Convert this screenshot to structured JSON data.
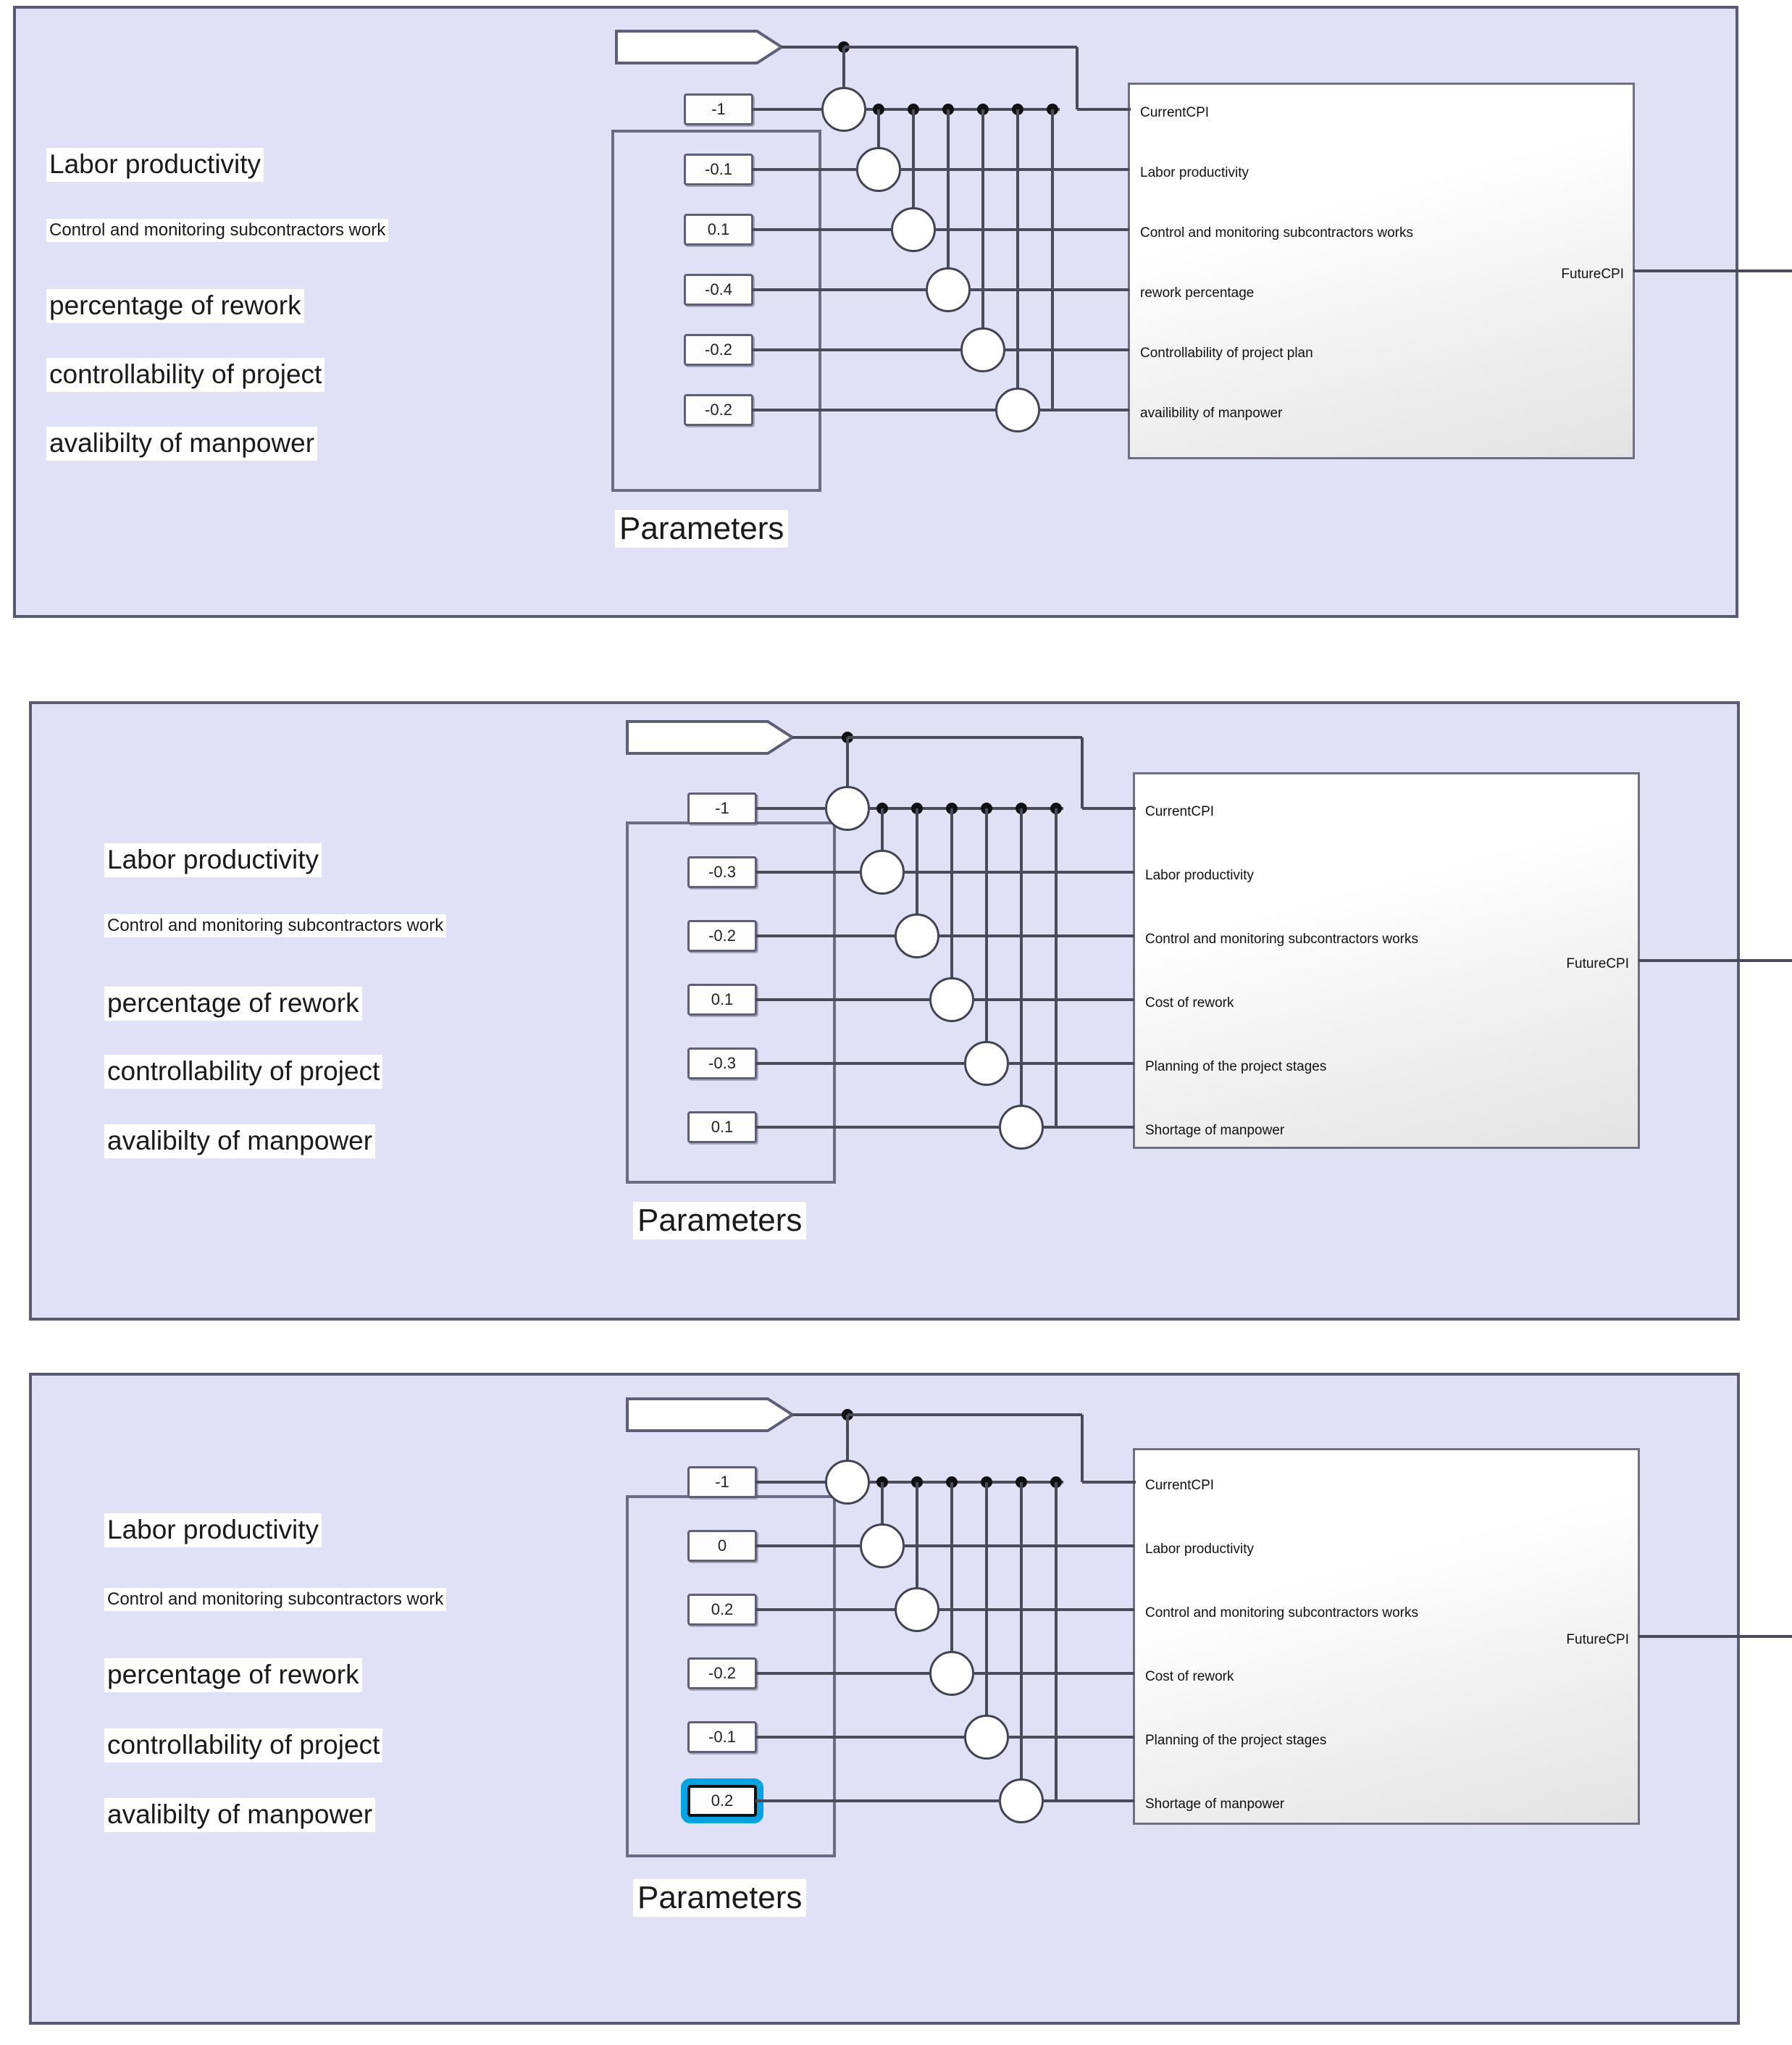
{
  "meta": {
    "panel_count": 3,
    "colors": {
      "panel_background": "#e0e0f7",
      "panel_border": "#5a5a72",
      "wire": "#4a4a5a",
      "selection_highlight": "#00a3e4",
      "block_fill_start": "#ffffff",
      "block_fill_end": "#e3e3e3",
      "label_background": "#ffffff"
    }
  },
  "shared": {
    "parameters_caption": "Parameters",
    "left_labels": [
      "Labor productivity",
      "Control and monitoring subcontractors work",
      "percentage of rework",
      "controllability of project",
      "avalibilty of manpower"
    ],
    "output_port_label": "FutureCPI",
    "first_input_port_label": "CurrentCPI"
  },
  "panels": [
    {
      "id": "panel-1",
      "parameters": [
        {
          "label": "-1",
          "selected": false
        },
        {
          "label": "-0.1",
          "selected": false
        },
        {
          "label": "0.1",
          "selected": false
        },
        {
          "label": "-0.4",
          "selected": false
        },
        {
          "label": "-0.2",
          "selected": false
        },
        {
          "label": "-0.2",
          "selected": false
        }
      ],
      "block_inputs": [
        "CurrentCPI",
        "Labor productivity",
        "Control and monitoring subcontractors works",
        "rework percentage",
        "Controllability of project plan",
        "availibility of manpower"
      ],
      "block_output": "FutureCPI",
      "left_labels": [
        "Labor productivity",
        "Control and monitoring subcontractors work",
        "percentage of rework",
        "controllability of project",
        "avalibilty of manpower"
      ],
      "parameters_caption": "Parameters"
    },
    {
      "id": "panel-2",
      "parameters": [
        {
          "label": "-1",
          "selected": false
        },
        {
          "label": "-0.3",
          "selected": false
        },
        {
          "label": "-0.2",
          "selected": false
        },
        {
          "label": "0.1",
          "selected": false
        },
        {
          "label": "-0.3",
          "selected": false
        },
        {
          "label": "0.1",
          "selected": false
        }
      ],
      "block_inputs": [
        "CurrentCPI",
        "Labor productivity",
        "Control and monitoring subcontractors works",
        "Cost of rework",
        "Planning of the project stages",
        "Shortage of manpower"
      ],
      "block_output": "FutureCPI",
      "left_labels": [
        "Labor productivity",
        "Control and monitoring subcontractors work",
        "percentage of rework",
        "controllability of project",
        "avalibilty of manpower"
      ],
      "parameters_caption": "Parameters"
    },
    {
      "id": "panel-3",
      "parameters": [
        {
          "label": "-1",
          "selected": false
        },
        {
          "label": "0",
          "selected": false
        },
        {
          "label": "0.2",
          "selected": false
        },
        {
          "label": "-0.2",
          "selected": false
        },
        {
          "label": "-0.1",
          "selected": false
        },
        {
          "label": "0.2",
          "selected": true
        }
      ],
      "block_inputs": [
        "CurrentCPI",
        "Labor productivity",
        "Control and monitoring subcontractors works",
        "Cost of rework",
        "Planning of the project stages",
        "Shortage of manpower"
      ],
      "block_output": "FutureCPI",
      "left_labels": [
        "Labor productivity",
        "Control and monitoring subcontractors work",
        "percentage of rework",
        "controllability of project",
        "avalibilty of manpower"
      ],
      "parameters_caption": "Parameters"
    }
  ]
}
